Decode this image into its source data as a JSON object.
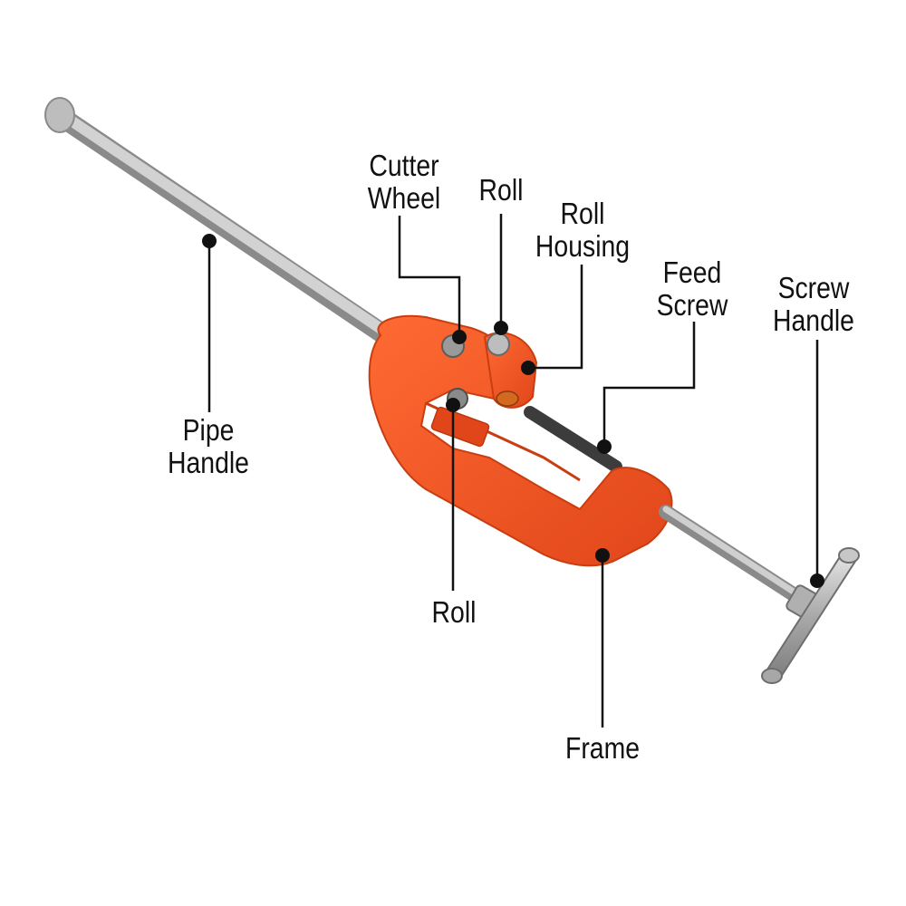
{
  "colors": {
    "frame": "#f2531f",
    "frame_shadow": "#c93d10",
    "steel": "#b4b4b4",
    "dark_steel": "#4a4a4a",
    "leader": "#111111"
  },
  "labels": {
    "cutter_wheel": [
      "Cutter",
      "Wheel"
    ],
    "roll_top": [
      "Roll"
    ],
    "roll_housing": [
      "Roll",
      "Housing"
    ],
    "feed_screw": [
      "Feed",
      "Screw"
    ],
    "screw_handle": [
      "Screw",
      "Handle"
    ],
    "pipe_handle": [
      "Pipe",
      "Handle"
    ],
    "roll_bottom": [
      "Roll"
    ],
    "frame": [
      "Frame"
    ]
  }
}
